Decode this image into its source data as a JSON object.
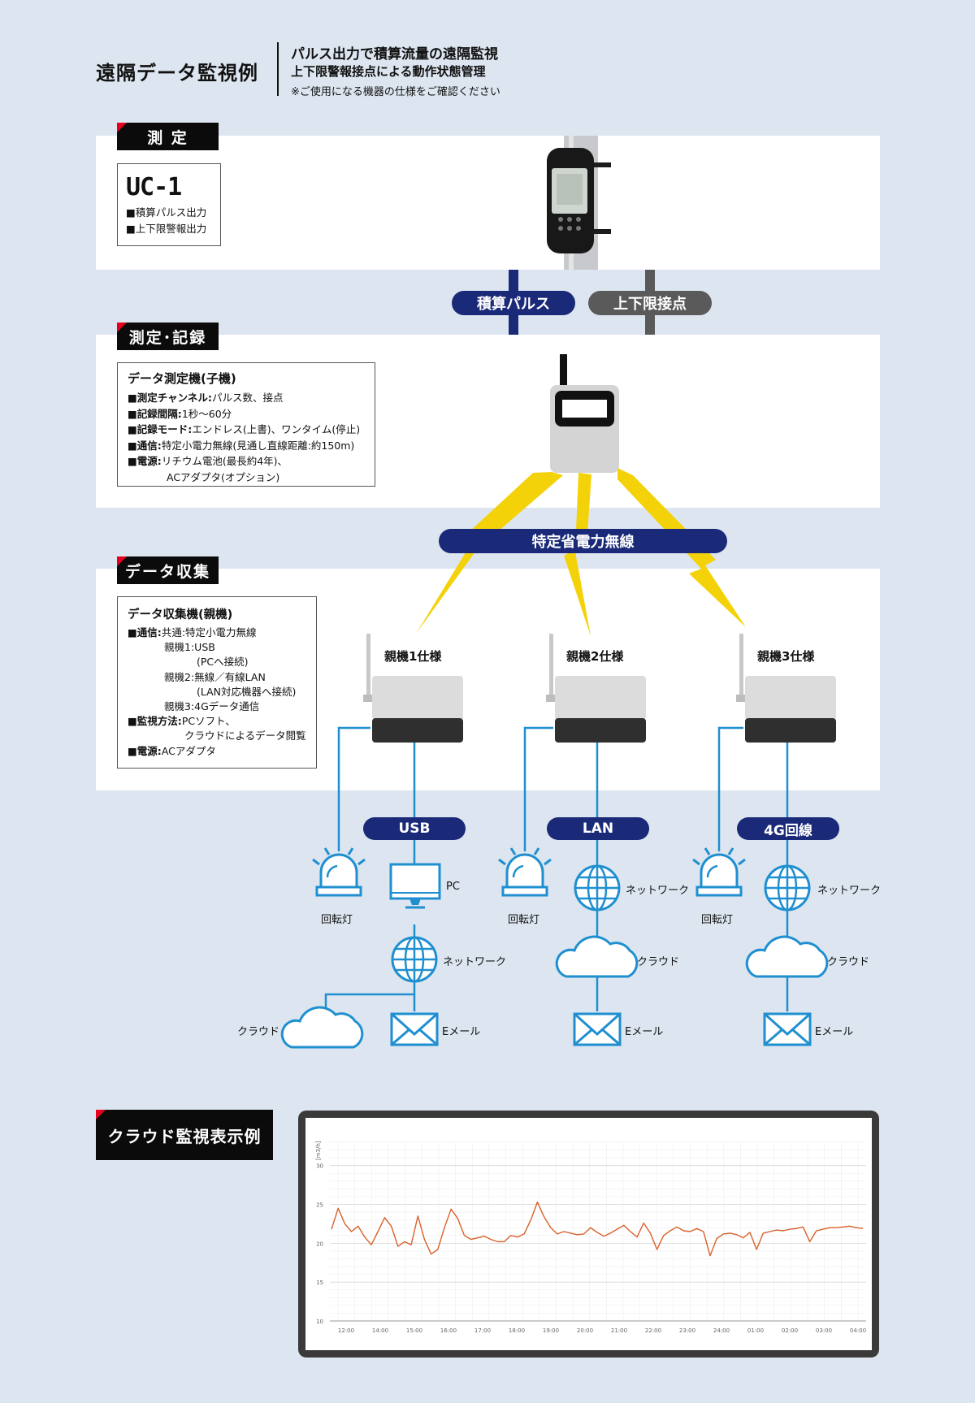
{
  "header": {
    "title": "遠隔データ監視例",
    "line1": "パルス出力で積算流量の遠隔監視",
    "line2": "上下限警報接点による動作状態管理",
    "note": "※ご使用になる機器の仕様をご確認ください"
  },
  "sections": {
    "measure": {
      "tab": "測 定",
      "model": "UC-1",
      "items": [
        "■積算パルス出力",
        "■上下限警報出力"
      ]
    },
    "record": {
      "tab": "測定･記録",
      "title": "データ測定機(子機)",
      "lines": [
        {
          "k": "■測定チャンネル:",
          "v": "パルス数、接点"
        },
        {
          "k": "■記録間隔:",
          "v": "1秒〜60分"
        },
        {
          "k": "■記録モード:",
          "v": "エンドレス(上書)、ワンタイム(停止)"
        },
        {
          "k": "■通信:",
          "v": "特定小電力無線(見通し直線距離:約150m)"
        },
        {
          "k": "■電源:",
          "v": "リチウム電池(最長約4年)、"
        },
        {
          "k": "",
          "v": "ACアダプタ(オプション)"
        }
      ]
    },
    "collect": {
      "tab": "データ収集",
      "title": "データ収集機(親機)",
      "lines": [
        {
          "k": "■通信:",
          "v": "共通:特定小電力無線"
        },
        {
          "k": "",
          "v": "親機1:USB"
        },
        {
          "k": "",
          "v": "(PCへ接続)"
        },
        {
          "k": "",
          "v": "親機2:無線／有線LAN"
        },
        {
          "k": "",
          "v": "(LAN対応機器へ接続)"
        },
        {
          "k": "",
          "v": "親機3:4Gデータ通信"
        },
        {
          "k": "■監視方法:",
          "v": "PCソフト、"
        },
        {
          "k": "",
          "v": "クラウドによるデータ閲覧"
        },
        {
          "k": "■電源:",
          "v": "ACアダプタ"
        }
      ]
    },
    "cloud": {
      "tab": "クラウド監視表示例"
    }
  },
  "pills": {
    "pulse": "積算パルス",
    "contact": "上下限接点",
    "radio": "特定省電力無線",
    "usb": "USB",
    "lan": "LAN",
    "g4": "4G回線"
  },
  "units": {
    "u1": "親機1仕様",
    "u2": "親機2仕様",
    "u3": "親機3仕様"
  },
  "labels": {
    "lamp": "回転灯",
    "pc": "PC",
    "network": "ネットワーク",
    "cloud": "クラウド",
    "email": "Eメール"
  },
  "colors": {
    "navy": "#1a2a78",
    "gray": "#5a5a5a",
    "blue": "#1f8fd0",
    "yellow": "#f4d20a",
    "red": "#e6001e",
    "line": "#d9602a"
  },
  "chart_data": {
    "type": "line",
    "ylabel": "[m3/h]",
    "yticks": [
      10,
      15,
      20,
      25,
      30
    ],
    "ylim": [
      10,
      33
    ],
    "x": [
      "12:00",
      "14:00",
      "15:00",
      "16:00",
      "17:00",
      "18:00",
      "19:00",
      "20:00",
      "21:00",
      "22:00",
      "23:00",
      "24:00",
      "01:00",
      "02:00",
      "03:00",
      "04:00"
    ],
    "grid": true,
    "series": [
      {
        "values": [
          21.8,
          24.5,
          22.5,
          21.5,
          22.2,
          20.8,
          19.8,
          21.5,
          23.3,
          22.2,
          19.6,
          20.2,
          19.8,
          23.5,
          20.5,
          18.6,
          19.2,
          22.0,
          24.4,
          23.2,
          21.0,
          20.5,
          20.7,
          20.9,
          20.5,
          20.2,
          20.2,
          21.0,
          20.8,
          21.2,
          23.0,
          25.3,
          23.4,
          22.0,
          21.2,
          21.5,
          21.3,
          21.1,
          21.2,
          22.0,
          21.4,
          20.9,
          21.3,
          21.8,
          22.3,
          21.5,
          20.8,
          22.6,
          21.3,
          19.2,
          21.0,
          21.6,
          22.1,
          21.6,
          21.5,
          21.9,
          21.5,
          18.4,
          20.6,
          21.2,
          21.3,
          21.1,
          20.7,
          21.4,
          19.2,
          21.3,
          21.5,
          21.7,
          21.6,
          21.8,
          21.9,
          22.1,
          20.2,
          21.6,
          21.8,
          22.0,
          22.0,
          22.1,
          22.2,
          22.0,
          21.9
        ]
      }
    ]
  }
}
